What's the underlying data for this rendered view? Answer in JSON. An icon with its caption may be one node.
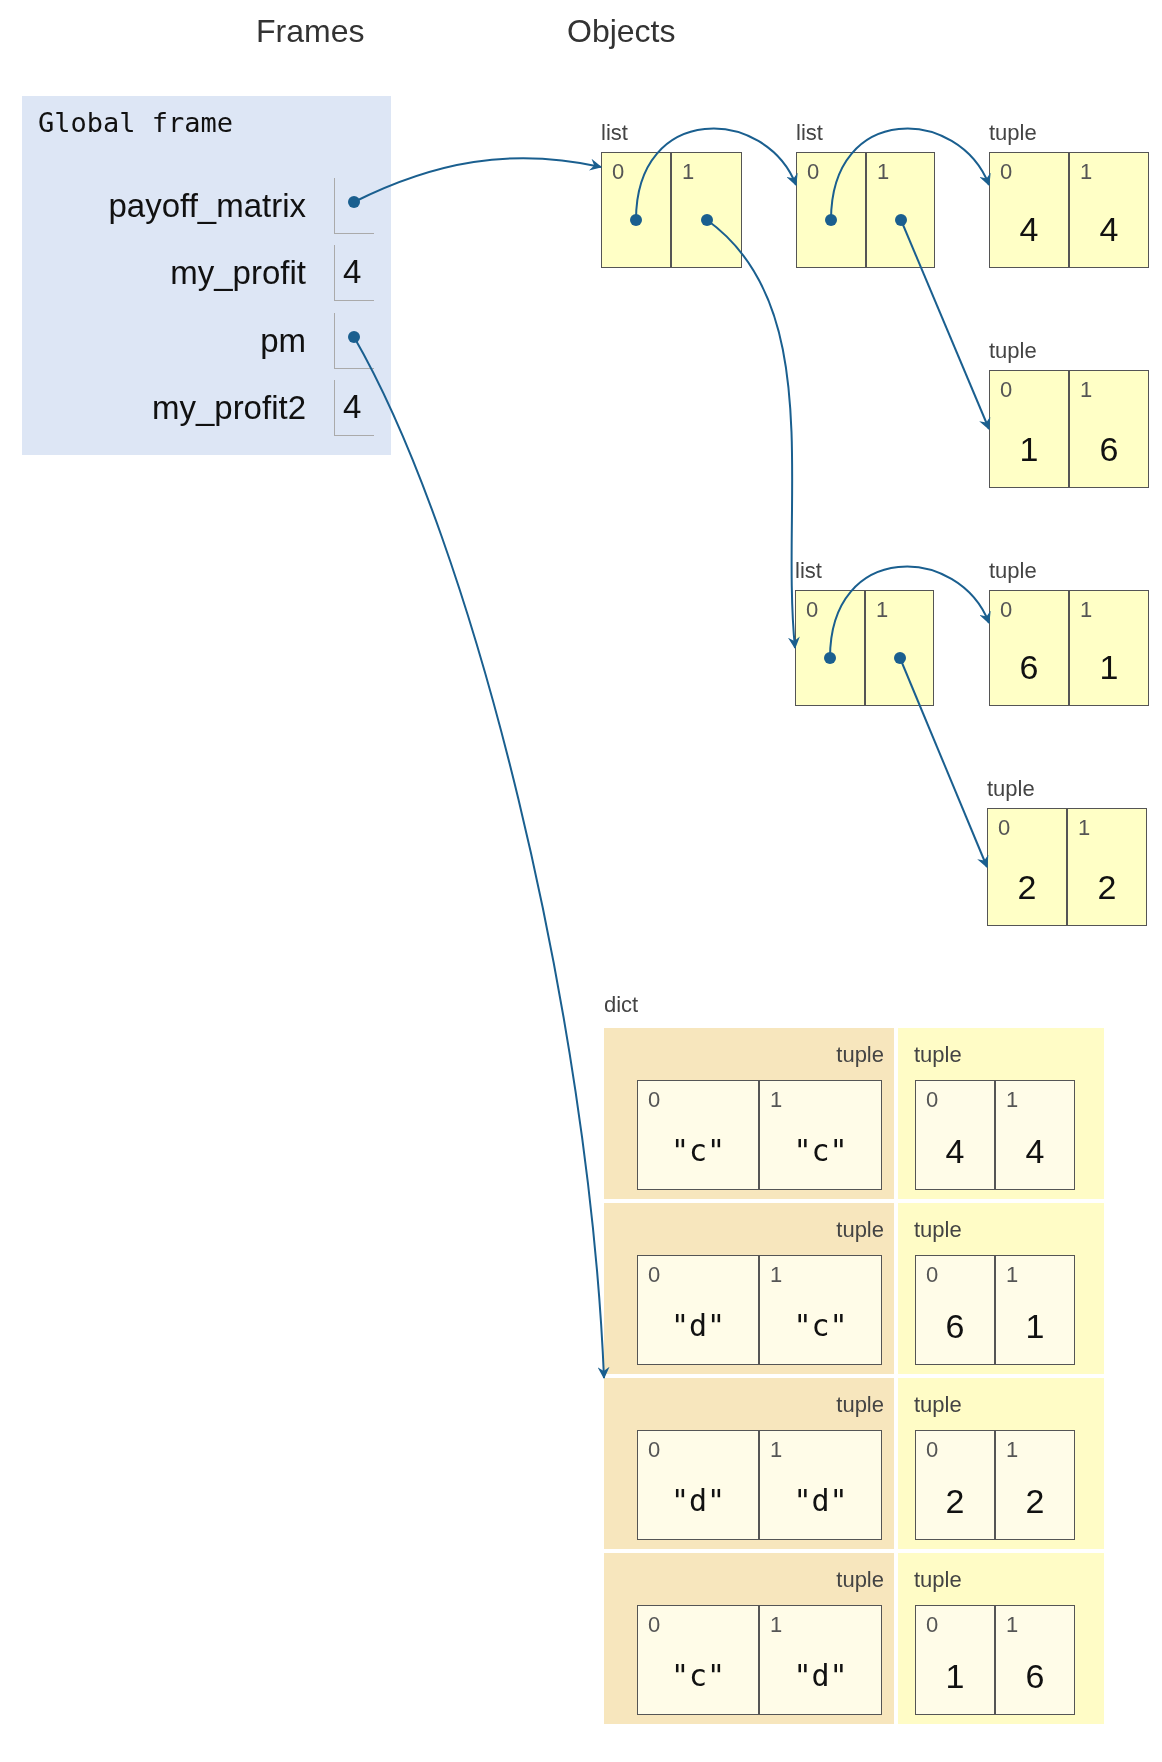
{
  "diagram": {
    "nodes": [
      {
        "text": [
          "Global frame"
        ]
      },
      {
        "text": [],
        "shape": "box",
        "in": 0,
        "beside": [
          "payoff_matrix"
        ]
      },
      {
        "text": [
          "4"
        ],
        "in": 0,
        "beside": [
          "my_profit"
        ]
      },
      {
        "text": [],
        "shape": "box",
        "in": 0,
        "beside": [
          "pm"
        ]
      },
      {
        "text": [
          "4"
        ],
        "in": 0,
        "beside": [
          "my_profit2"
        ]
      },
      {
        "text": [
          "list"
        ]
      },
      {
        "text": [
          "0"
        ],
        "in": 5
      },
      {
        "text": [
          "1"
        ],
        "in": 5
      },
      {
        "text": [
          "list"
        ]
      },
      {
        "text": [
          "0"
        ],
        "in": 8
      },
      {
        "text": [
          "1"
        ],
        "in": 8
      },
      {
        "text": [
          "tuple"
        ]
      },
      {
        "text": [
          "0",
          "4"
        ],
        "in": 11
      },
      {
        "text": [
          "1",
          "4"
        ],
        "in": 11
      },
      {
        "text": [
          "tuple"
        ]
      },
      {
        "text": [
          "0",
          "1"
        ],
        "in": 14
      },
      {
        "text": [
          "1",
          "6"
        ],
        "in": 14
      },
      {
        "text": [
          "list"
        ]
      },
      {
        "text": [
          "0"
        ],
        "in": 17
      },
      {
        "text": [
          "1"
        ],
        "in": 17
      },
      {
        "text": [
          "tuple"
        ]
      },
      {
        "text": [
          "0",
          "6"
        ],
        "in": 20
      },
      {
        "text": [
          "1",
          "1"
        ],
        "in": 20
      },
      {
        "text": [
          "tuple"
        ]
      },
      {
        "text": [
          "0",
          "2"
        ],
        "in": 23
      },
      {
        "text": [
          "1",
          "2"
        ],
        "in": 23
      },
      {
        "text": [
          "dict"
        ]
      },
      {
        "text": [
          "tuple"
        ],
        "in": 26
      },
      {
        "text": [
          "0",
          "\"c\""
        ],
        "in": 27
      },
      {
        "text": [
          "1",
          "\"c\""
        ],
        "in": 27
      },
      {
        "text": [
          "tuple"
        ],
        "in": 26
      },
      {
        "text": [
          "0",
          "4"
        ],
        "in": 30
      },
      {
        "text": [
          "1",
          "4"
        ],
        "in": 30
      },
      {
        "text": [
          "tuple"
        ],
        "in": 26
      },
      {
        "text": [
          "0",
          "\"d\""
        ],
        "in": 33
      },
      {
        "text": [
          "1",
          "\"c\""
        ],
        "in": 33
      },
      {
        "text": [
          "tuple"
        ],
        "in": 26
      },
      {
        "text": [
          "0",
          "6"
        ],
        "in": 36
      },
      {
        "text": [
          "1",
          "1"
        ],
        "in": 36
      },
      {
        "text": [
          "tuple"
        ],
        "in": 26
      },
      {
        "text": [
          "0",
          "\"d\""
        ],
        "in": 39
      },
      {
        "text": [
          "1",
          "\"d\""
        ],
        "in": 39
      },
      {
        "text": [
          "tuple"
        ],
        "in": 26
      },
      {
        "text": [
          "0",
          "2"
        ],
        "in": 42
      },
      {
        "text": [
          "1",
          "2"
        ],
        "in": 42
      },
      {
        "text": [
          "tuple"
        ],
        "in": 26
      },
      {
        "text": [
          "0",
          "\"c\""
        ],
        "in": 45
      },
      {
        "text": [
          "1",
          "\"d\""
        ],
        "in": 45
      },
      {
        "text": [
          "tuple"
        ],
        "in": 26
      },
      {
        "text": [
          "0",
          "1"
        ],
        "in": 48
      },
      {
        "text": [
          "1",
          "6"
        ],
        "in": 48
      }
    ],
    "edges": [
      {
        "from": 1,
        "to": 5,
        "arrow": "to"
      },
      {
        "from": 6,
        "to": 8,
        "arrow": "to"
      },
      {
        "from": 7,
        "to": 17,
        "arrow": "to"
      },
      {
        "from": 9,
        "to": 11,
        "arrow": "to"
      },
      {
        "from": 10,
        "to": 14,
        "arrow": "to"
      },
      {
        "from": 18,
        "to": 20,
        "arrow": "to"
      },
      {
        "from": 19,
        "to": 23,
        "arrow": "to"
      },
      {
        "from": 3,
        "to": 26,
        "arrow": "to"
      }
    ],
    "labels": [
      "Frames",
      "Objects"
    ]
  }
}
